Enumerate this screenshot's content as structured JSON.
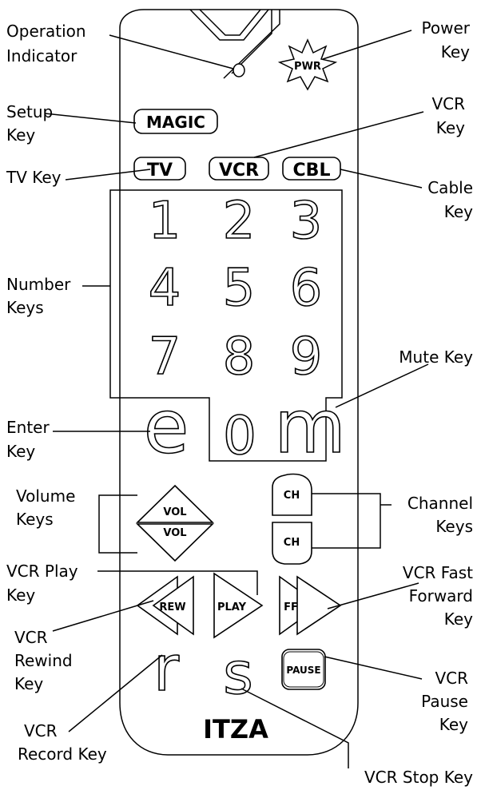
{
  "diagram": {
    "brand": "ITZA",
    "buttons": {
      "power": "PWR",
      "setup": "MAGIC",
      "tv": "TV",
      "vcr": "VCR",
      "cbl": "CBL",
      "digits": [
        "1",
        "2",
        "3",
        "4",
        "5",
        "6",
        "7",
        "8",
        "9"
      ],
      "enter": "e",
      "zero": "0",
      "mute": "m",
      "vol_up": "VOL",
      "vol_down": "VOL",
      "ch_up": "CH",
      "ch_down": "CH",
      "rew": "REW",
      "play": "PLAY",
      "ff": "FF",
      "record": "r",
      "stop": "s",
      "pause": "PAUSE"
    },
    "callouts": {
      "operation_indicator": [
        "Operation",
        "Indicator"
      ],
      "power_key": [
        "Power",
        "Key"
      ],
      "setup_key": [
        "Setup",
        "Key"
      ],
      "vcr_key": [
        "VCR",
        "Key"
      ],
      "tv_key": [
        "TV Key"
      ],
      "cable_key": [
        "Cable",
        "Key"
      ],
      "number_keys": [
        "Number",
        "Keys"
      ],
      "mute_key": [
        "Mute Key"
      ],
      "enter_key": [
        "Enter",
        "Key"
      ],
      "volume_keys": [
        "Volume",
        "Keys"
      ],
      "channel_keys": [
        "Channel",
        "Keys"
      ],
      "vcr_play_key": [
        "VCR Play",
        "Key"
      ],
      "vcr_ff_key": [
        "VCR Fast",
        "Forward",
        "Key"
      ],
      "vcr_rewind_key": [
        "VCR",
        "Rewind",
        "Key"
      ],
      "vcr_pause_key": [
        "VCR",
        "Pause",
        "Key"
      ],
      "vcr_record_key": [
        "VCR",
        "Record Key"
      ],
      "vcr_stop_key": [
        "VCR Stop Key"
      ]
    }
  }
}
